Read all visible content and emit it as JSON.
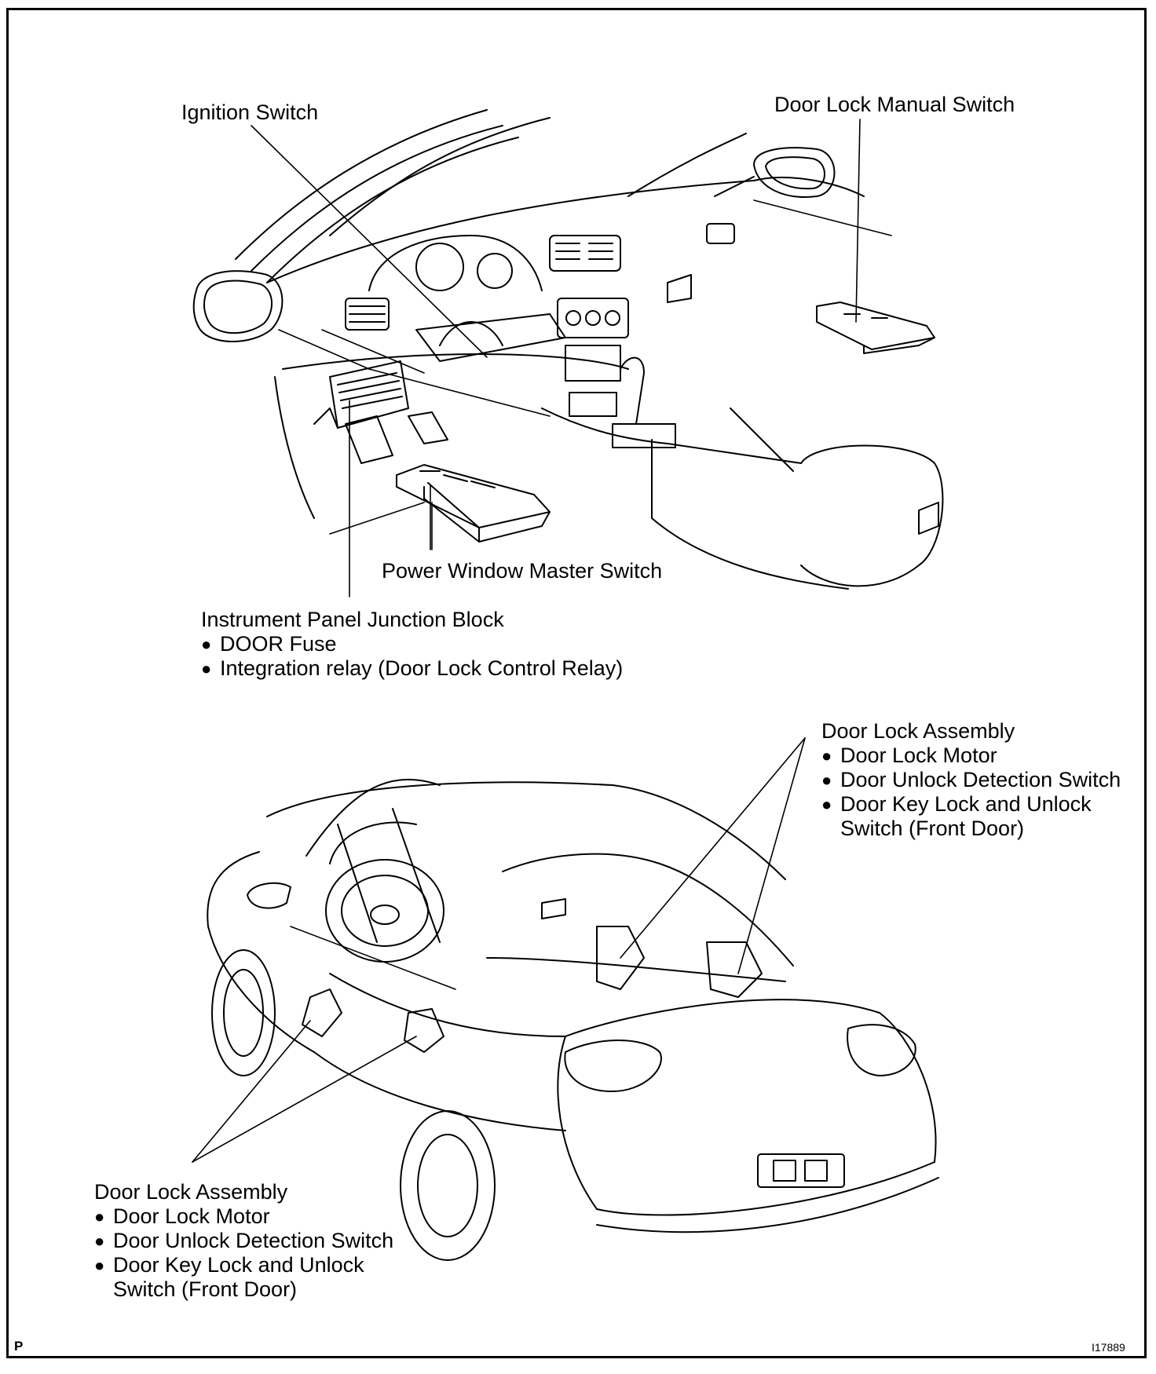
{
  "labels": {
    "ignition_switch": "Ignition Switch",
    "door_lock_manual_switch": "Door Lock Manual Switch",
    "power_window_master_switch": "Power Window Master Switch"
  },
  "junction_block": {
    "title": "Instrument Panel Junction Block",
    "items": [
      "DOOR Fuse",
      "Integration relay (Door Lock Control Relay)"
    ]
  },
  "door_lock_assembly_rear": {
    "title": "Door Lock Assembly",
    "items": [
      "Door Lock Motor",
      "Door Unlock Detection Switch",
      "Door Key Lock and Unlock"
    ],
    "continuation": "Switch (Front Door)"
  },
  "door_lock_assembly_front": {
    "title": "Door Lock Assembly",
    "items": [
      "Door Lock Motor",
      "Door Unlock Detection Switch",
      "Door Key Lock and Unlock"
    ],
    "continuation": "Switch (Front Door)"
  },
  "footer": {
    "corner_mark": "P",
    "figure_code": "I17889"
  }
}
